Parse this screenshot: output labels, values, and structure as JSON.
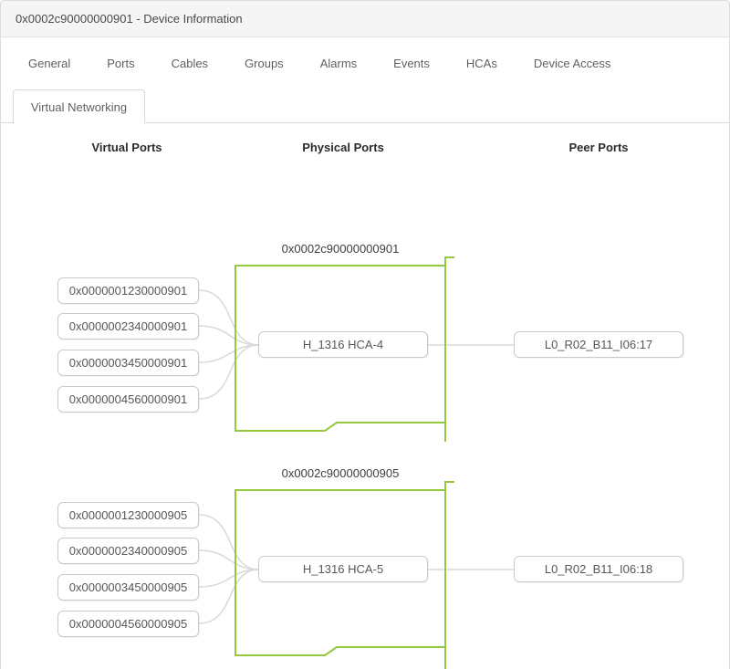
{
  "window": {
    "title": "0x0002c90000000901 - Device Information"
  },
  "tabs": [
    {
      "label": "General"
    },
    {
      "label": "Ports"
    },
    {
      "label": "Cables"
    },
    {
      "label": "Groups"
    },
    {
      "label": "Alarms"
    },
    {
      "label": "Events"
    },
    {
      "label": "HCAs"
    },
    {
      "label": "Device Access"
    }
  ],
  "subtabs": [
    {
      "label": "Virtual Networking",
      "active": true
    }
  ],
  "columns": [
    {
      "label": "Virtual Ports"
    },
    {
      "label": "Physical Ports"
    },
    {
      "label": "Peer Ports"
    }
  ],
  "diagram": {
    "accent_color": "#94c83d",
    "connector_color": "#d9d9d9",
    "groups": [
      {
        "label": "0x0002c90000000901",
        "virtual_ports": [
          "0x0000001230000901",
          "0x0000002340000901",
          "0x0000003450000901",
          "0x0000004560000901"
        ],
        "physical_port": "H_1316 HCA-4",
        "peer_port": "L0_R02_B11_I06:17"
      },
      {
        "label": "0x0002c90000000905",
        "virtual_ports": [
          "0x0000001230000905",
          "0x0000002340000905",
          "0x0000003450000905",
          "0x0000004560000905"
        ],
        "physical_port": "H_1316 HCA-5",
        "peer_port": "L0_R02_B11_I06:18"
      }
    ]
  }
}
